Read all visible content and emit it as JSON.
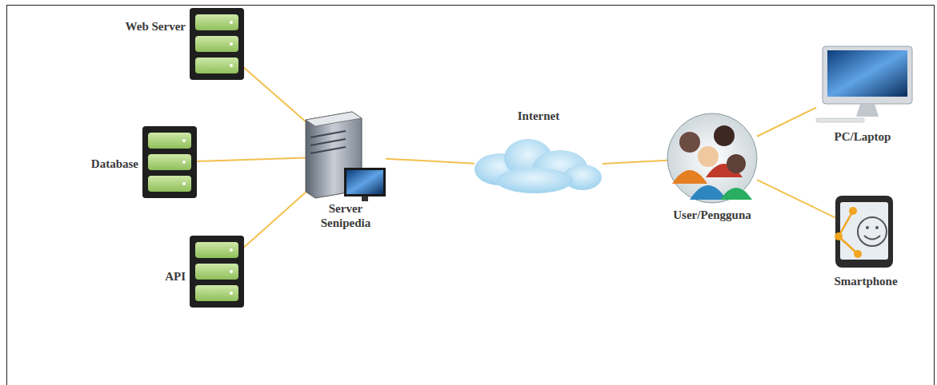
{
  "diagram": {
    "nodes": [
      {
        "text": [
          "Web Server"
        ]
      },
      {
        "text": [
          "Database"
        ]
      },
      {
        "text": [
          "API"
        ]
      },
      {
        "text": [
          "Server Senipedia"
        ]
      },
      {
        "text": [
          "Internet"
        ]
      },
      {
        "text": [
          "User/Pengguna"
        ]
      },
      {
        "text": [
          "PC/Laptop"
        ]
      },
      {
        "text": [
          "Smartphone"
        ]
      }
    ],
    "edges": [
      {
        "from": 0,
        "to": 3,
        "arrow": "none"
      },
      {
        "from": 1,
        "to": 3,
        "arrow": "none"
      },
      {
        "from": 2,
        "to": 3,
        "arrow": "none"
      },
      {
        "from": 3,
        "to": 4,
        "arrow": "none"
      },
      {
        "from": 4,
        "to": 5,
        "arrow": "none"
      },
      {
        "from": 5,
        "to": 6,
        "arrow": "none"
      },
      {
        "from": 5,
        "to": 7,
        "arrow": "none"
      }
    ]
  }
}
